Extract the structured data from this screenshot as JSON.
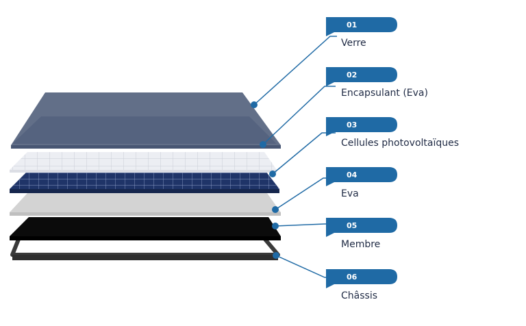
{
  "colors": {
    "accent": "#1f6aa5",
    "label_text": "#1f2a44",
    "glass": "#56647f",
    "encapsulant": "#4f5a85",
    "cells": "#1f3468",
    "eva_sheet": "#d0d0d0",
    "backsheet": "#0b0b0b",
    "frame": "#3a3a3a"
  },
  "layers": [
    {
      "number": "01",
      "label": "Verre"
    },
    {
      "number": "02",
      "label": "Encapsulant (Eva)"
    },
    {
      "number": "03",
      "label": "Cellules photovoltaïques"
    },
    {
      "number": "04",
      "label": "Eva"
    },
    {
      "number": "05",
      "label": "Membre"
    },
    {
      "number": "06",
      "label": "Châssis"
    }
  ]
}
